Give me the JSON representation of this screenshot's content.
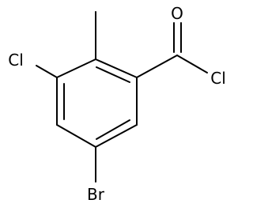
{
  "molecule": {
    "atoms": {
      "oxygen": "O",
      "chlorine_acyl": "Cl",
      "chlorine_ring": "Cl",
      "bromine": "Br"
    }
  },
  "colors": {
    "bond": "#000000",
    "label": "#000000",
    "background": "#ffffff"
  }
}
